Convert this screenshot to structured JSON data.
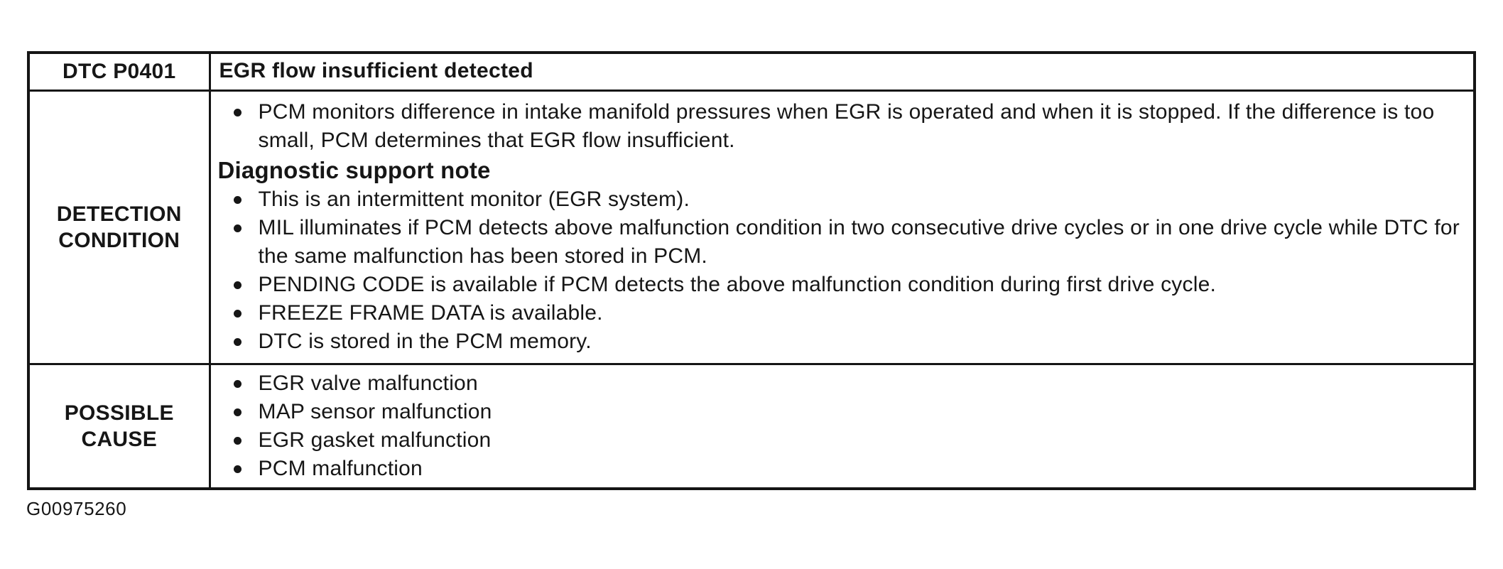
{
  "document": {
    "figure_code": "G00975260"
  },
  "colors": {
    "text": "#161616",
    "border": "#151515",
    "background": "#ffffff"
  },
  "table": {
    "header": {
      "code": "DTC P0401",
      "description": "EGR flow insufficient detected"
    },
    "detection": {
      "label": "DETECTION CONDITION",
      "intro_bullets": [
        "PCM monitors difference in intake manifold pressures when EGR is operated and when it is stopped. If the difference is too small, PCM determines that EGR flow insufficient."
      ],
      "note_heading": "Diagnostic support note",
      "note_bullets": [
        "This is an intermittent monitor (EGR system).",
        "MIL illuminates if PCM detects above malfunction condition in two consecutive drive cycles or in one drive cycle while DTC for the same malfunction has been stored in PCM.",
        "PENDING CODE is available if PCM detects the above malfunction condition during first drive cycle.",
        "FREEZE FRAME DATA is available.",
        "DTC is stored in the PCM memory."
      ]
    },
    "possible_cause": {
      "label": "POSSIBLE CAUSE",
      "bullets": [
        "EGR valve malfunction",
        "MAP sensor malfunction",
        "EGR gasket malfunction",
        "PCM malfunction"
      ]
    }
  }
}
